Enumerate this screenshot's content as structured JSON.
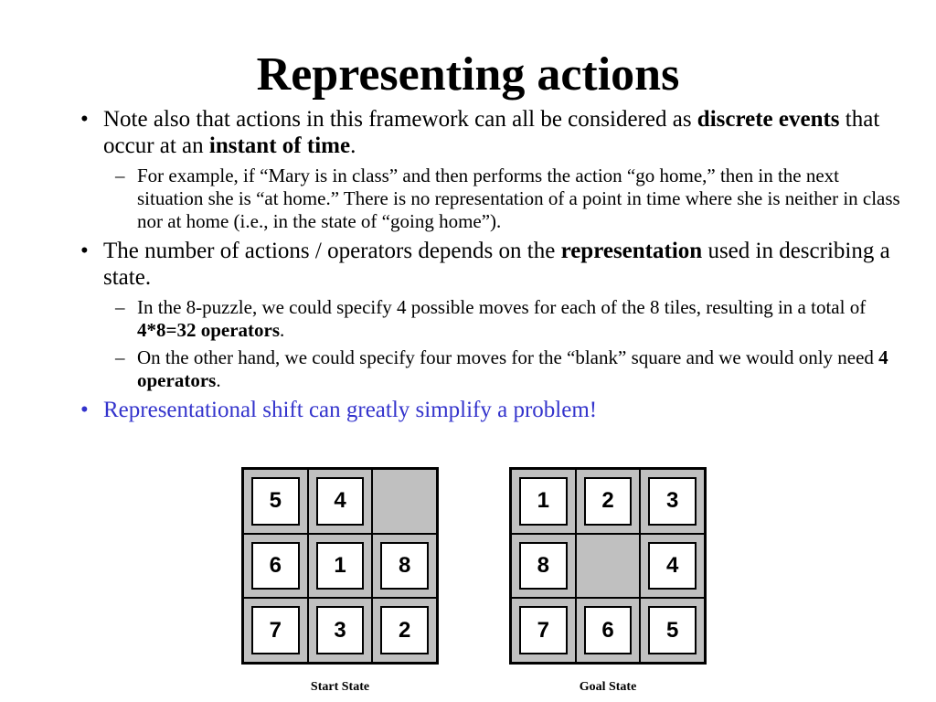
{
  "title": "Representing actions",
  "bullets": {
    "b1": {
      "pre": "Note also that actions in this framework can all be considered as ",
      "bold1": "discrete events",
      "mid": " that occur at an ",
      "bold2": "instant of time",
      "post": "."
    },
    "b1_sub1": "For example, if “Mary is in class” and then performs the action “go home,” then in the next situation she is “at home.” There is no representation of a point in time where she is neither in class nor at home (i.e., in the state of “going home”).",
    "b2": {
      "pre": "The number of actions / operators depends on the ",
      "bold": "representation",
      "post": " used in describing a state."
    },
    "b2_sub1": {
      "pre": "In the 8-puzzle, we could specify 4 possible moves for each of the 8 tiles, resulting in a total of ",
      "bold": "4*8=32 operators",
      "post": "."
    },
    "b2_sub2": {
      "pre": "On the other hand, we could specify four moves for the “blank” square and we would only need ",
      "bold": "4 operators",
      "post": "."
    },
    "b3": "Representational shift can greatly simplify a problem!"
  },
  "puzzles": {
    "start": {
      "caption": "Start State",
      "tiles": [
        "5",
        "4",
        "",
        "6",
        "1",
        "8",
        "7",
        "3",
        "2"
      ]
    },
    "goal": {
      "caption": "Goal State",
      "tiles": [
        "1",
        "2",
        "3",
        "8",
        "",
        "4",
        "7",
        "6",
        "5"
      ]
    }
  },
  "colors": {
    "highlight_text": "#3333cc",
    "puzzle_background": "#c0c0c0"
  }
}
